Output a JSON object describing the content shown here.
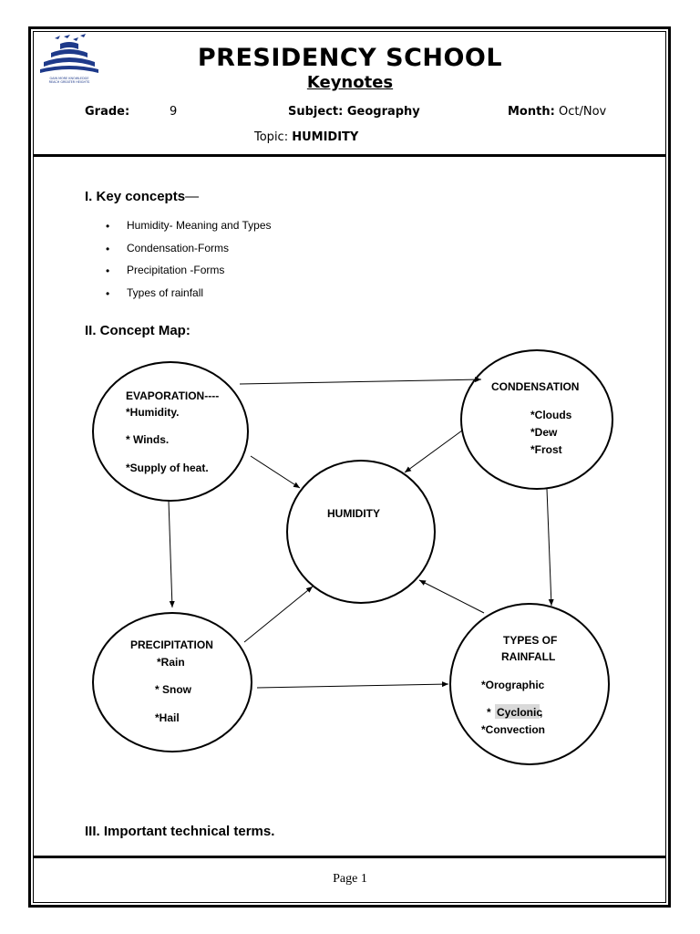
{
  "header": {
    "school_name": "PRESIDENCY SCHOOL",
    "doc_type": "Keynotes",
    "logo_tagline_1": "GAIN MORE KNOWLEDGE",
    "logo_tagline_2": "REACH GREATER HEIGHTS",
    "grade_label": "Grade:",
    "grade_value": "9",
    "subject": "Subject: Geography",
    "month_label": "Month:",
    "month_value": "Oct/Nov",
    "topic_label": "Topic: ",
    "topic_value": "HUMIDITY"
  },
  "sections": {
    "key_concepts": {
      "numeral": "I.",
      "title": "Key concepts",
      "suffix": "—"
    },
    "concept_map": {
      "title": "II. Concept Map:"
    },
    "technical_terms": {
      "title": "III. Important technical terms."
    }
  },
  "key_concepts": [
    "Humidity- Meaning and Types",
    "Condensation-Forms",
    "Precipitation -Forms",
    "Types of rainfall"
  ],
  "concept_map": {
    "evaporation": {
      "title": "EVAPORATION----",
      "items": [
        "*Humidity.",
        "* Winds.",
        "*Supply of heat."
      ]
    },
    "condensation": {
      "title": "CONDENSATION",
      "items": [
        "*Clouds",
        "*Dew",
        "*Frost"
      ]
    },
    "humidity": {
      "title": "HUMIDITY"
    },
    "precipitation": {
      "title": "PRECIPITATION",
      "items": [
        "*Rain",
        "* Snow",
        "*Hail"
      ]
    },
    "rainfall": {
      "title_1": "TYPES OF",
      "title_2": "RAINFALL",
      "items": [
        "*Orographic",
        "Cyclonic",
        "*Convection"
      ],
      "cyclonic_prefix": "* ",
      "cyclonic_suffix": ","
    }
  },
  "footer": {
    "page": "Page 1"
  },
  "colors": {
    "border": "#000000",
    "highlight": "#d9d9d9"
  }
}
